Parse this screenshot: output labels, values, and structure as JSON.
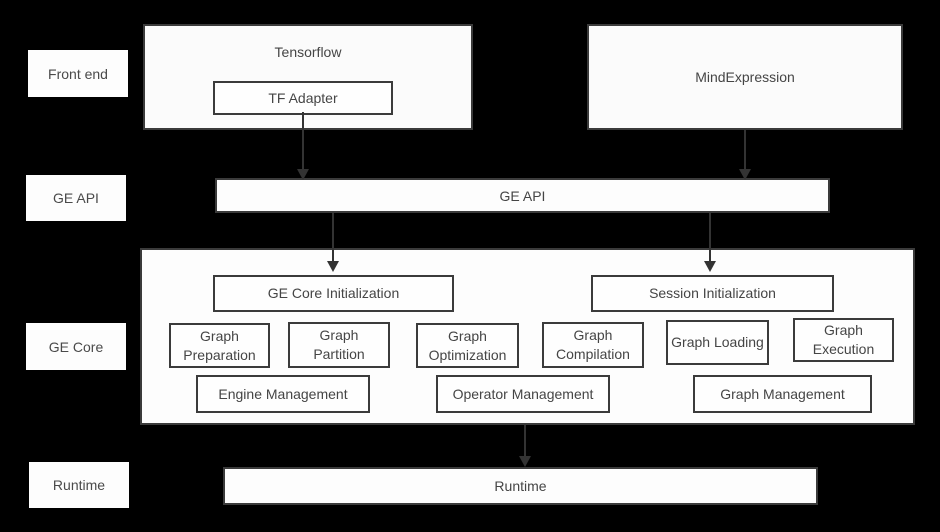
{
  "colors": {
    "background": "#000000",
    "box_fill": "#fdfdfd",
    "border": "#3b3b3b",
    "text": "#454545",
    "arrow": "#333333"
  },
  "side_labels": [
    {
      "label": "Front end"
    },
    {
      "label": "GE API"
    },
    {
      "label": "GE Core"
    },
    {
      "label": "Runtime"
    }
  ],
  "frontend": {
    "tensorflow_title": "Tensorflow",
    "tf_adapter": "TF Adapter",
    "mindexpression": "MindExpression"
  },
  "ge_api": {
    "label": "GE API"
  },
  "ge_core": {
    "init_boxes": [
      {
        "label": "GE Core Initialization"
      },
      {
        "label": "Session Initialization"
      }
    ],
    "stage_boxes": [
      {
        "label": "Graph Preparation"
      },
      {
        "label": "Graph Partition"
      },
      {
        "label": "Graph Optimization"
      },
      {
        "label": "Graph Compilation"
      },
      {
        "label": "Graph Loading"
      },
      {
        "label": "Graph Execution"
      }
    ],
    "management_boxes": [
      {
        "label": "Engine Management"
      },
      {
        "label": "Operator Management"
      },
      {
        "label": "Graph Management"
      }
    ]
  },
  "runtime": {
    "label": "Runtime"
  }
}
